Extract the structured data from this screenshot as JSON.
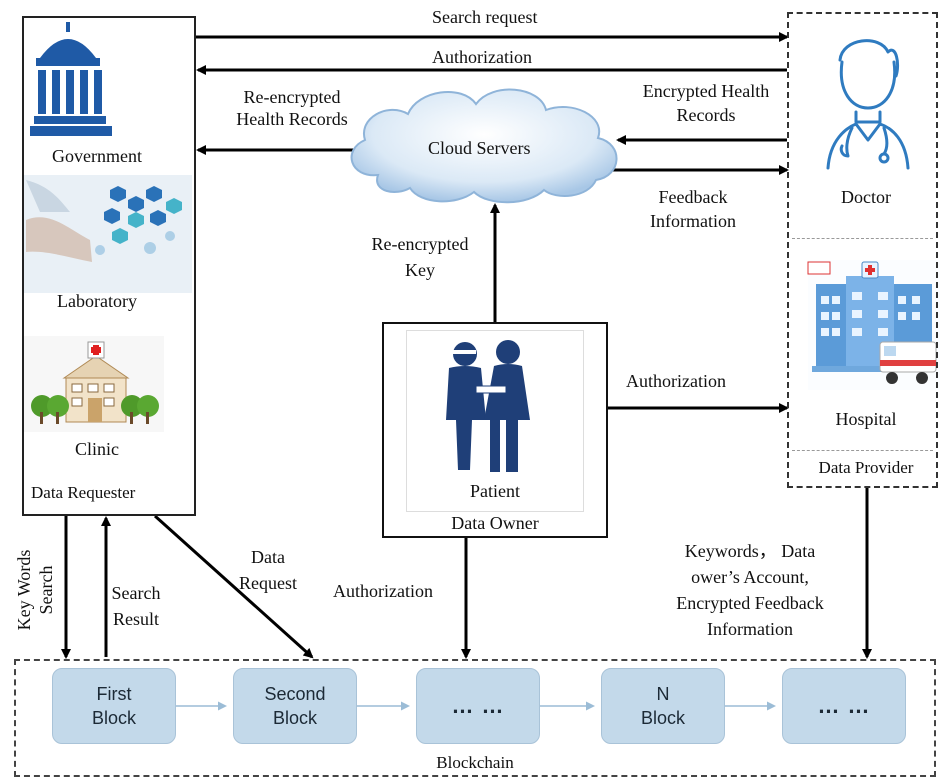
{
  "arrows": {
    "search_request": "Search request",
    "authorization_top": "Authorization",
    "reencrypted_records": [
      "Re-encrypted",
      "Health Records"
    ],
    "encrypted_records": [
      "Encrypted Health",
      "Records"
    ],
    "feedback_info": [
      "Feedback",
      "Information"
    ],
    "reencrypted_key": [
      "Re-encrypted",
      "Key"
    ],
    "authorization_right": "Authorization",
    "key_words_search": [
      "Key Words",
      "Search"
    ],
    "search_result": [
      "Search",
      "Result"
    ],
    "data_request": [
      "Data",
      "Request"
    ],
    "authorization_bottom": "Authorization",
    "keywords_info": [
      "Keywords， Data",
      "ower’s Account,",
      "Encrypted Feedback",
      "Information"
    ]
  },
  "cloud": {
    "label": "Cloud Servers"
  },
  "requester": {
    "government": "Government",
    "laboratory": "Laboratory",
    "clinic": "Clinic",
    "caption": "Data Requester"
  },
  "provider": {
    "doctor": "Doctor",
    "hospital": "Hospital",
    "caption": "Data Provider"
  },
  "owner": {
    "patient": "Patient",
    "caption": "Data Owner"
  },
  "blockchain": {
    "label": "Blockchain",
    "blocks": [
      [
        "First",
        "Block"
      ],
      [
        "Second",
        "Block"
      ],
      [
        "… …"
      ],
      [
        "N",
        "Block"
      ],
      [
        "… …"
      ]
    ]
  }
}
